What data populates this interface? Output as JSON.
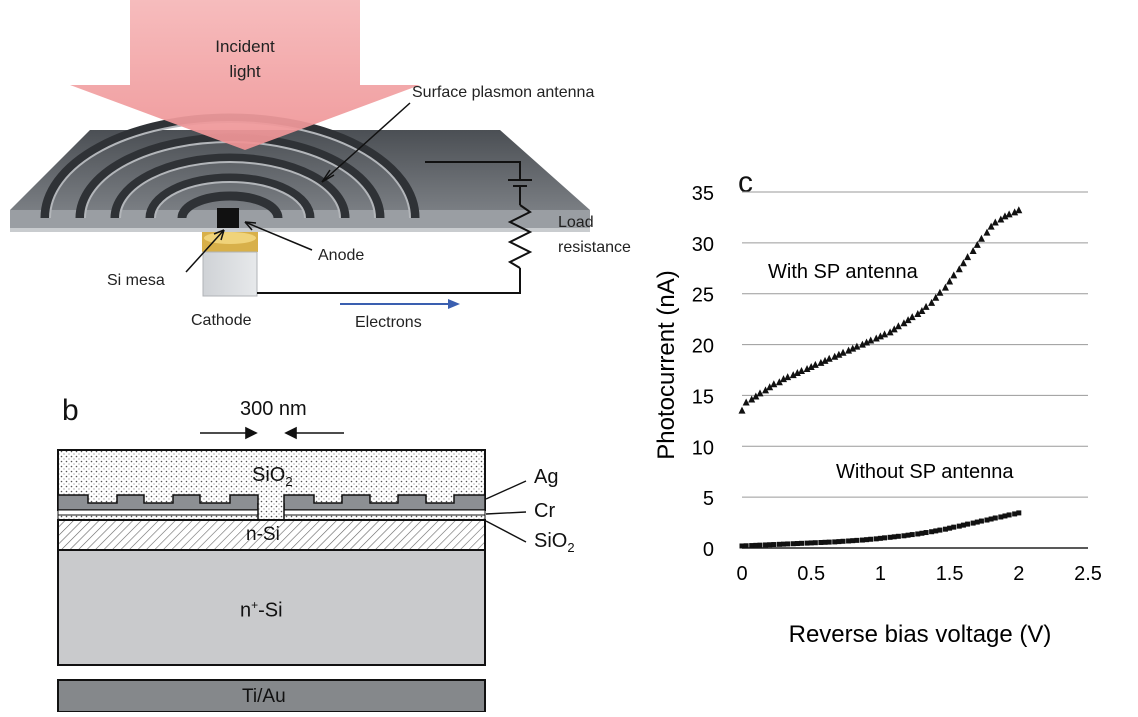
{
  "panel_a": {
    "incident_light": [
      "Incident",
      "light"
    ],
    "surface_plasmon_antenna": "Surface plasmon antenna",
    "load_resistance": [
      "Load",
      "resistance"
    ],
    "anode": "Anode",
    "si_mesa": "Si mesa",
    "cathode": "Cathode",
    "electrons": "Electrons",
    "colors": {
      "arrow": "#f2a6a8",
      "plate": "#5d6166",
      "mesa": "#d9b24a",
      "electron_arrow": "#3a5fb0"
    }
  },
  "panel_b": {
    "label": "b",
    "dimension": "300 nm",
    "sio2_top": "SiO",
    "sio2_top_sub": "2",
    "n_si": "n-Si",
    "n_plus_si_sup": "+",
    "n_plus_si_pre": "n",
    "n_plus_si_post": "-Si",
    "ti_au": "Ti/Au",
    "legend_ag": "Ag",
    "legend_cr": "Cr",
    "legend_sio2": "SiO",
    "legend_sio2_sub": "2"
  },
  "panel_c": {
    "label": "c",
    "annotation_with": "With SP antenna",
    "annotation_without": "Without SP antenna"
  },
  "chart_data": {
    "type": "scatter",
    "xlabel": "Reverse bias voltage (V)",
    "ylabel": "Photocurrent (nA)",
    "xlim": [
      0,
      2.5
    ],
    "ylim": [
      0,
      35
    ],
    "xticks": [
      "0",
      "0.5",
      "1",
      "1.5",
      "2",
      "2.5"
    ],
    "yticks": [
      "0",
      "5",
      "10",
      "15",
      "20",
      "25",
      "30",
      "35"
    ],
    "grid": "horizontal",
    "series": [
      {
        "name": "With SP antenna",
        "marker": "triangle",
        "x": [
          0,
          0.03,
          0.07,
          0.1,
          0.13,
          0.17,
          0.2,
          0.23,
          0.27,
          0.3,
          0.33,
          0.37,
          0.4,
          0.43,
          0.47,
          0.5,
          0.53,
          0.57,
          0.6,
          0.63,
          0.67,
          0.7,
          0.73,
          0.77,
          0.8,
          0.83,
          0.87,
          0.9,
          0.93,
          0.97,
          1.0,
          1.03,
          1.07,
          1.1,
          1.13,
          1.17,
          1.2,
          1.23,
          1.27,
          1.3,
          1.33,
          1.37,
          1.4,
          1.43,
          1.47,
          1.5,
          1.53,
          1.57,
          1.6,
          1.63,
          1.67,
          1.7,
          1.73,
          1.77,
          1.8,
          1.83,
          1.87,
          1.9,
          1.93,
          1.97,
          2.0
        ],
        "y": [
          13.5,
          14.3,
          14.6,
          14.9,
          15.2,
          15.5,
          15.8,
          16.1,
          16.3,
          16.6,
          16.8,
          17.0,
          17.2,
          17.4,
          17.6,
          17.8,
          18.0,
          18.2,
          18.4,
          18.6,
          18.8,
          19.0,
          19.2,
          19.4,
          19.6,
          19.8,
          20.0,
          20.2,
          20.4,
          20.6,
          20.8,
          21.0,
          21.2,
          21.5,
          21.8,
          22.1,
          22.4,
          22.7,
          23.0,
          23.3,
          23.7,
          24.1,
          24.6,
          25.1,
          25.6,
          26.2,
          26.8,
          27.4,
          28.0,
          28.6,
          29.2,
          29.8,
          30.4,
          31.0,
          31.6,
          32.0,
          32.3,
          32.6,
          32.8,
          33.0,
          33.2
        ]
      },
      {
        "name": "Without SP antenna",
        "marker": "square",
        "x": [
          0,
          0.03,
          0.07,
          0.1,
          0.13,
          0.17,
          0.2,
          0.23,
          0.27,
          0.3,
          0.33,
          0.37,
          0.4,
          0.43,
          0.47,
          0.5,
          0.53,
          0.57,
          0.6,
          0.63,
          0.67,
          0.7,
          0.73,
          0.77,
          0.8,
          0.83,
          0.87,
          0.9,
          0.93,
          0.97,
          1.0,
          1.03,
          1.07,
          1.1,
          1.13,
          1.17,
          1.2,
          1.23,
          1.27,
          1.3,
          1.33,
          1.37,
          1.4,
          1.43,
          1.47,
          1.5,
          1.53,
          1.57,
          1.6,
          1.63,
          1.67,
          1.7,
          1.73,
          1.77,
          1.8,
          1.83,
          1.87,
          1.9,
          1.93,
          1.97,
          2.0
        ],
        "y": [
          0.2,
          0.22,
          0.24,
          0.26,
          0.28,
          0.3,
          0.32,
          0.34,
          0.36,
          0.38,
          0.4,
          0.42,
          0.44,
          0.46,
          0.48,
          0.5,
          0.52,
          0.54,
          0.56,
          0.58,
          0.6,
          0.63,
          0.66,
          0.69,
          0.72,
          0.75,
          0.78,
          0.82,
          0.86,
          0.9,
          0.95,
          1.0,
          1.05,
          1.1,
          1.15,
          1.2,
          1.26,
          1.32,
          1.38,
          1.45,
          1.52,
          1.6,
          1.68,
          1.76,
          1.85,
          1.95,
          2.05,
          2.15,
          2.25,
          2.35,
          2.45,
          2.55,
          2.65,
          2.75,
          2.85,
          2.95,
          3.05,
          3.15,
          3.25,
          3.35,
          3.45
        ]
      }
    ]
  }
}
